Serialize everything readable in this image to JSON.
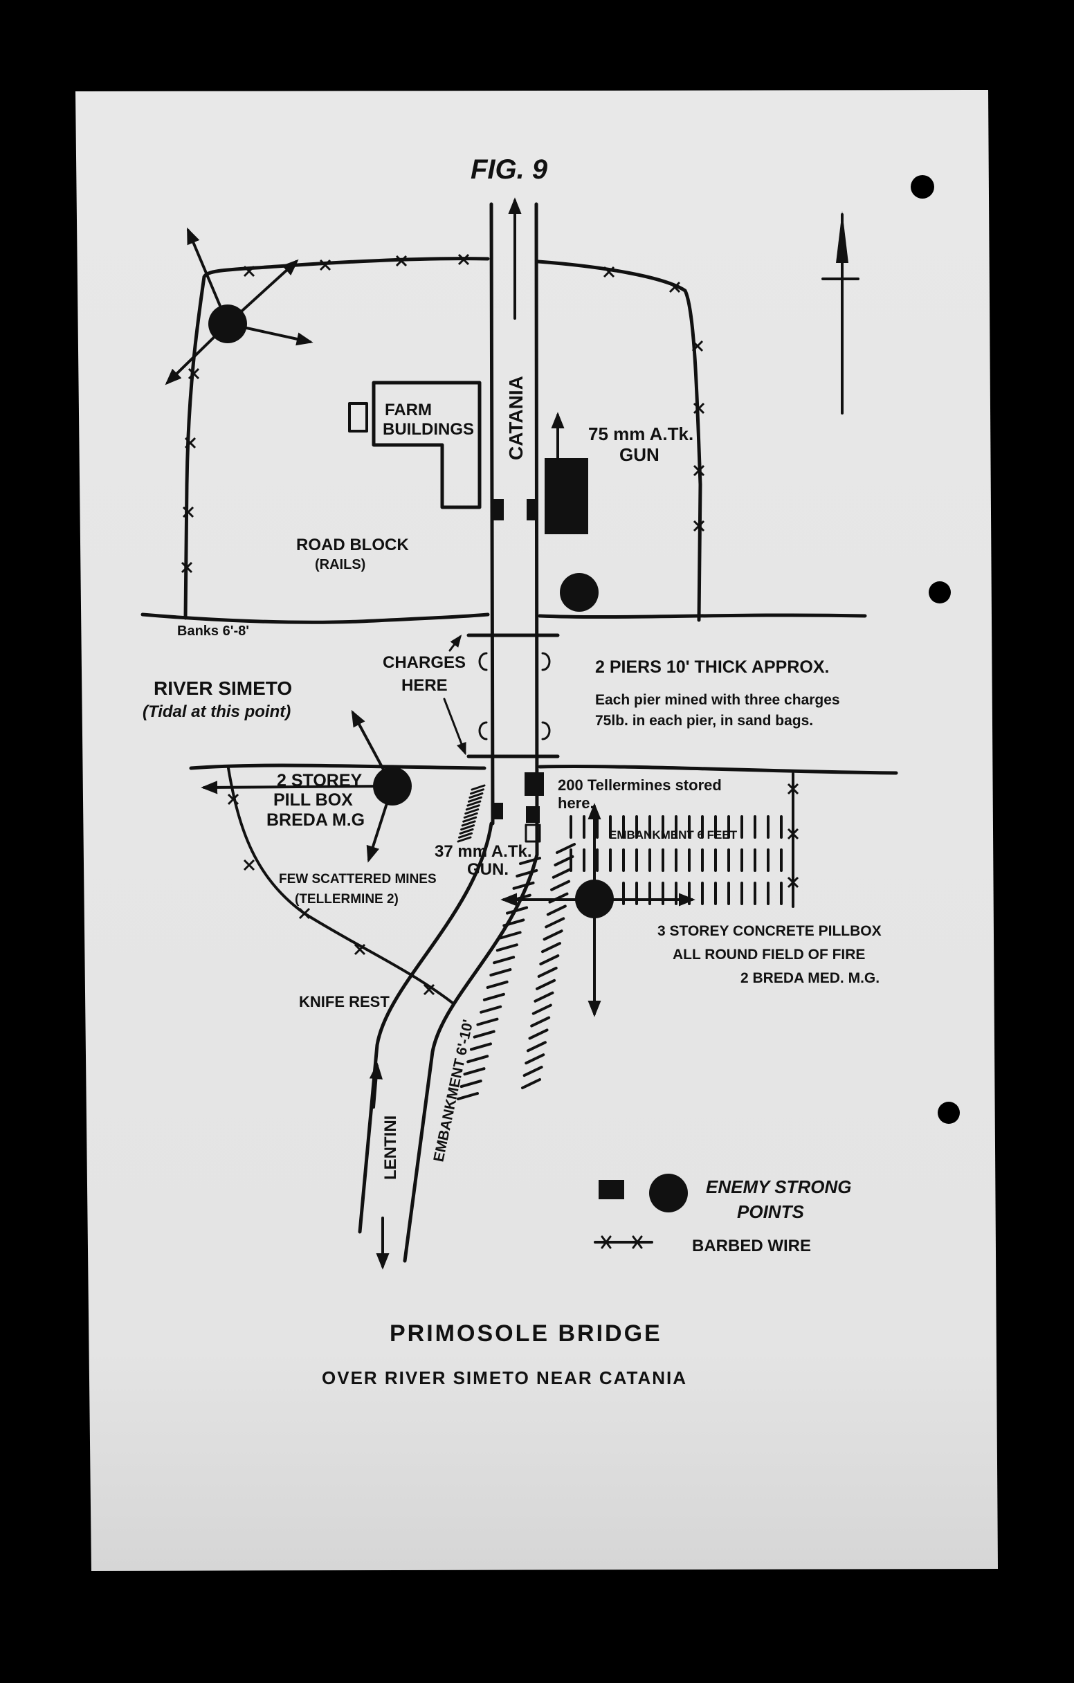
{
  "figure_label": "FIG. 9",
  "labels": {
    "catania": "CATANIA",
    "farm_buildings_1": "FARM",
    "farm_buildings_2": "BUILDINGS",
    "gun75_1": "75 mm A.Tk.",
    "gun75_2": "GUN",
    "road_block_1": "ROAD BLOCK",
    "road_block_2": "(RAILS)",
    "banks": "Banks 6'-8'",
    "charges_1": "CHARGES",
    "charges_2": "HERE",
    "piers_1": "2 PIERS 10' THICK APPROX.",
    "piers_2": "Each pier mined with three charges",
    "piers_3": "75lb. in each pier, in sand bags.",
    "river_1": "RIVER SIMETO",
    "river_2": "(Tidal at this point)",
    "pillbox2_1": "2 STOREY",
    "pillbox2_2": "PILL BOX",
    "pillbox2_3": "BREDA M.G",
    "tellermines_1": "200 Tellermines stored",
    "tellermines_2": "here.",
    "embankment6": "EMBANKMENT 6 FEET",
    "gun37_1": "37 mm A.Tk.",
    "gun37_2": "GUN.",
    "mines_1": "FEW SCATTERED MINES",
    "mines_2": "(TELLERMINE 2)",
    "pillbox3_1": "3 STOREY CONCRETE PILLBOX",
    "pillbox3_2": "ALL ROUND FIELD OF FIRE",
    "pillbox3_3": "2 BREDA MED. M.G.",
    "knife_rest": "KNIFE REST",
    "embankment610": "EMBANKMENT 6'-10'",
    "lentini": "LENTINI"
  },
  "legend": {
    "strong_points_1": "ENEMY STRONG",
    "strong_points_2": "POINTS",
    "barbed_wire": "BARBED WIRE"
  },
  "title": "PRIMOSOLE BRIDGE",
  "subtitle": "OVER RIVER SIMETO NEAR CATANIA",
  "colors": {
    "paper": "#e6e6e6",
    "ink": "#111111",
    "background": "#000000"
  }
}
